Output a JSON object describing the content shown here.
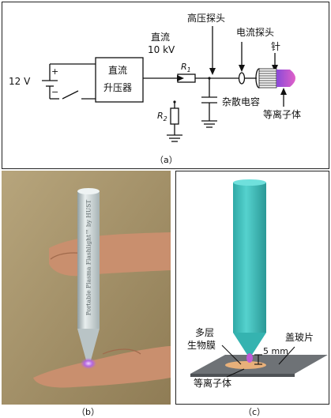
{
  "figure_a": {
    "battery_voltage": "12 V",
    "dc_output": "直流",
    "dc_voltage": "10 kV",
    "booster_box": [
      "直流",
      "升压器"
    ],
    "r1": "R",
    "r1_sub": "1",
    "r2": "R",
    "r2_sub": "2",
    "hv_probe": "高压探头",
    "current_probe": "电流探头",
    "needle": "针",
    "stray_capacitance": "杂散电容",
    "plasma": "等离子体",
    "caption": "（a）"
  },
  "figure_b": {
    "flashlight_text": "Portable Plasma Flashlight™ by HUST",
    "caption": "（b）"
  },
  "figure_c": {
    "biofilm": [
      "多层",
      "生物膜"
    ],
    "gap": "5 mm",
    "cover_slip": "盖玻片",
    "plasma": "等离子体",
    "caption": "（c）"
  },
  "colors": {
    "device_teal": "#46c4c0",
    "plasma_purple": "#c05ad8",
    "biofilm_orange": "#e8b07a",
    "photo_background": "#a8946a"
  }
}
